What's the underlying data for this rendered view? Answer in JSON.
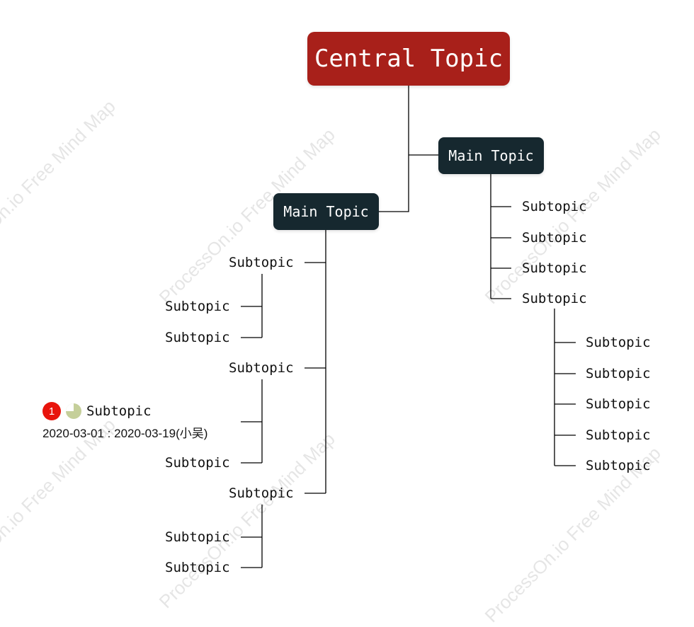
{
  "watermark": "ProcessOn.io Free Mind Map",
  "central": {
    "label": "Central Topic",
    "color": "#a8201a"
  },
  "main_topics": [
    {
      "label": "Main Topic",
      "subtopics": [
        {
          "label": "Subtopic"
        },
        {
          "label": "Subtopic"
        },
        {
          "label": "Subtopic"
        },
        {
          "label": "Subtopic",
          "children": [
            {
              "label": "Subtopic"
            },
            {
              "label": "Subtopic"
            },
            {
              "label": "Subtopic"
            },
            {
              "label": "Subtopic"
            },
            {
              "label": "Subtopic"
            }
          ]
        }
      ]
    },
    {
      "label": "Main Topic",
      "subtopics": [
        {
          "label": "Subtopic",
          "children": [
            {
              "label": "Subtopic"
            },
            {
              "label": "Subtopic"
            }
          ]
        },
        {
          "label": "Subtopic",
          "children": [
            {
              "label": "Subtopic",
              "priority": "1",
              "progress_fraction": 0.75,
              "dates": "2020-03-01 : 2020-03-19(小吴)"
            },
            {
              "label": "Subtopic"
            }
          ]
        },
        {
          "label": "Subtopic",
          "children": [
            {
              "label": "Subtopic"
            },
            {
              "label": "Subtopic"
            }
          ]
        }
      ]
    }
  ],
  "colors": {
    "main_bg": "#16282f",
    "line": "#000000",
    "priority": "#e8140c",
    "progress": "#c5cf9a"
  }
}
